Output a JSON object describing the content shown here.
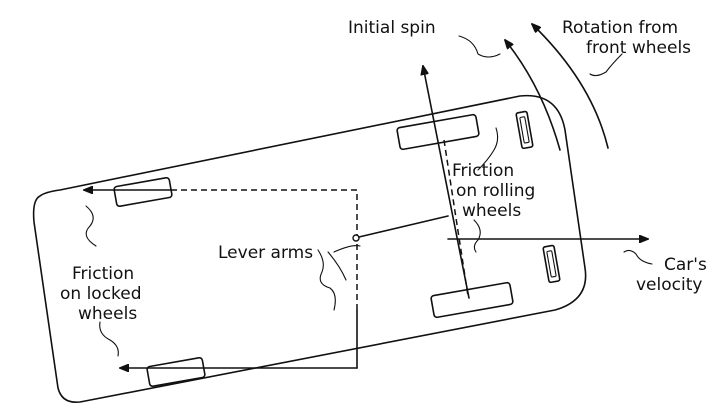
{
  "labels": {
    "initial_spin": "Initial spin",
    "rotation_line1": "Rotation from",
    "rotation_line2": "front wheels",
    "friction_rolling_line1": "Friction",
    "friction_rolling_line2": "on rolling",
    "friction_rolling_line3": "wheels",
    "lever_arms": "Lever arms",
    "friction_locked_line1": "Friction",
    "friction_locked_line2": "on locked",
    "friction_locked_line3": "wheels",
    "velocity_line1": "Car's",
    "velocity_line2": "velocity"
  }
}
